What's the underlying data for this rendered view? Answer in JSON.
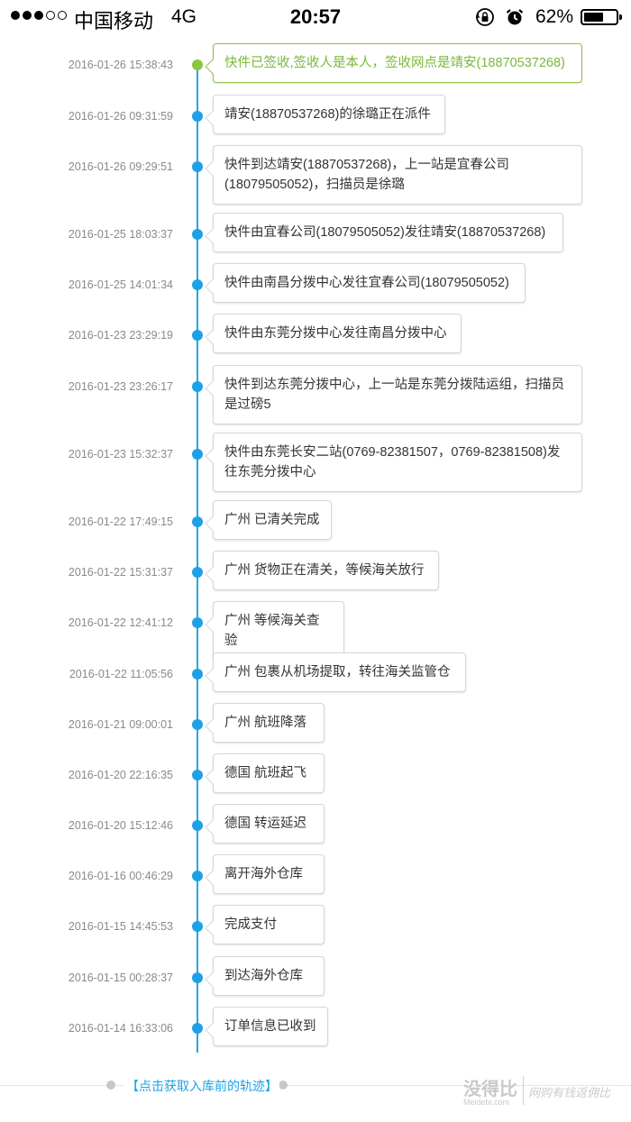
{
  "status_bar": {
    "carrier": "中国移动",
    "network": "4G",
    "time": "20:57",
    "battery_percent": "62%",
    "battery_level": 0.62,
    "signal_bars_filled": 3,
    "signal_bars_total": 5,
    "icons": [
      "rotation-lock-icon",
      "alarm-icon",
      "battery-icon"
    ]
  },
  "colors": {
    "timeline": "#22a7e2",
    "latest_accent": "#8bc53f",
    "link": "#1aa3e4"
  },
  "events": [
    {
      "time": "2016-01-26 15:38:43",
      "text": "快件已签收,签收人是本人，签收网点是靖安(18870537268)",
      "latest": true
    },
    {
      "time": "2016-01-26 09:31:59",
      "text": "靖安(18870537268)的徐璐正在派件"
    },
    {
      "time": "2016-01-26 09:29:51",
      "text": "快件到达靖安(18870537268)，上一站是宜春公司(18079505052)，扫描员是徐璐"
    },
    {
      "time": "2016-01-25 18:03:37",
      "text": "快件由宜春公司(18079505052)发往靖安(18870537268)"
    },
    {
      "time": "2016-01-25 14:01:34",
      "text": "快件由南昌分拨中心发往宜春公司(18079505052)"
    },
    {
      "time": "2016-01-23 23:29:19",
      "text": "快件由东莞分拨中心发往南昌分拨中心"
    },
    {
      "time": "2016-01-23 23:26:17",
      "text": "快件到达东莞分拨中心，上一站是东莞分拨陆运组，扫描员是过磅5"
    },
    {
      "time": "2016-01-23 15:32:37",
      "text": "快件由东莞长安二站(0769-82381507，0769-82381508)发往东莞分拨中心"
    },
    {
      "time": "2016-01-22 17:49:15",
      "text": "广州 已清关完成"
    },
    {
      "time": "2016-01-22 15:31:37",
      "text": "广州 货物正在清关，等候海关放行"
    },
    {
      "time": "2016-01-22 12:41:12",
      "text": "广州 等候海关查验"
    },
    {
      "time": "2016-01-22 11:05:56",
      "text": "广州 包裹从机场提取，转往海关监管仓"
    },
    {
      "time": "2016-01-21 09:00:01",
      "text": "广州 航班降落"
    },
    {
      "time": "2016-01-20 22:16:35",
      "text": "德国 航班起飞"
    },
    {
      "time": "2016-01-20 15:12:46",
      "text": "德国 转运延迟"
    },
    {
      "time": "2016-01-16 00:46:29",
      "text": "离开海外仓库"
    },
    {
      "time": "2016-01-15 14:45:53",
      "text": "完成支付"
    },
    {
      "time": "2016-01-15 00:28:37",
      "text": "到达海外仓库"
    },
    {
      "time": "2016-01-14 16:33:06",
      "text": "订单信息已收到"
    }
  ],
  "footer": {
    "link_label": "【点击获取入库前的轨迹】"
  },
  "watermark": {
    "brand": "没得比",
    "domain": "Meidebi.com",
    "slogan": "网购有钱返佣比"
  }
}
